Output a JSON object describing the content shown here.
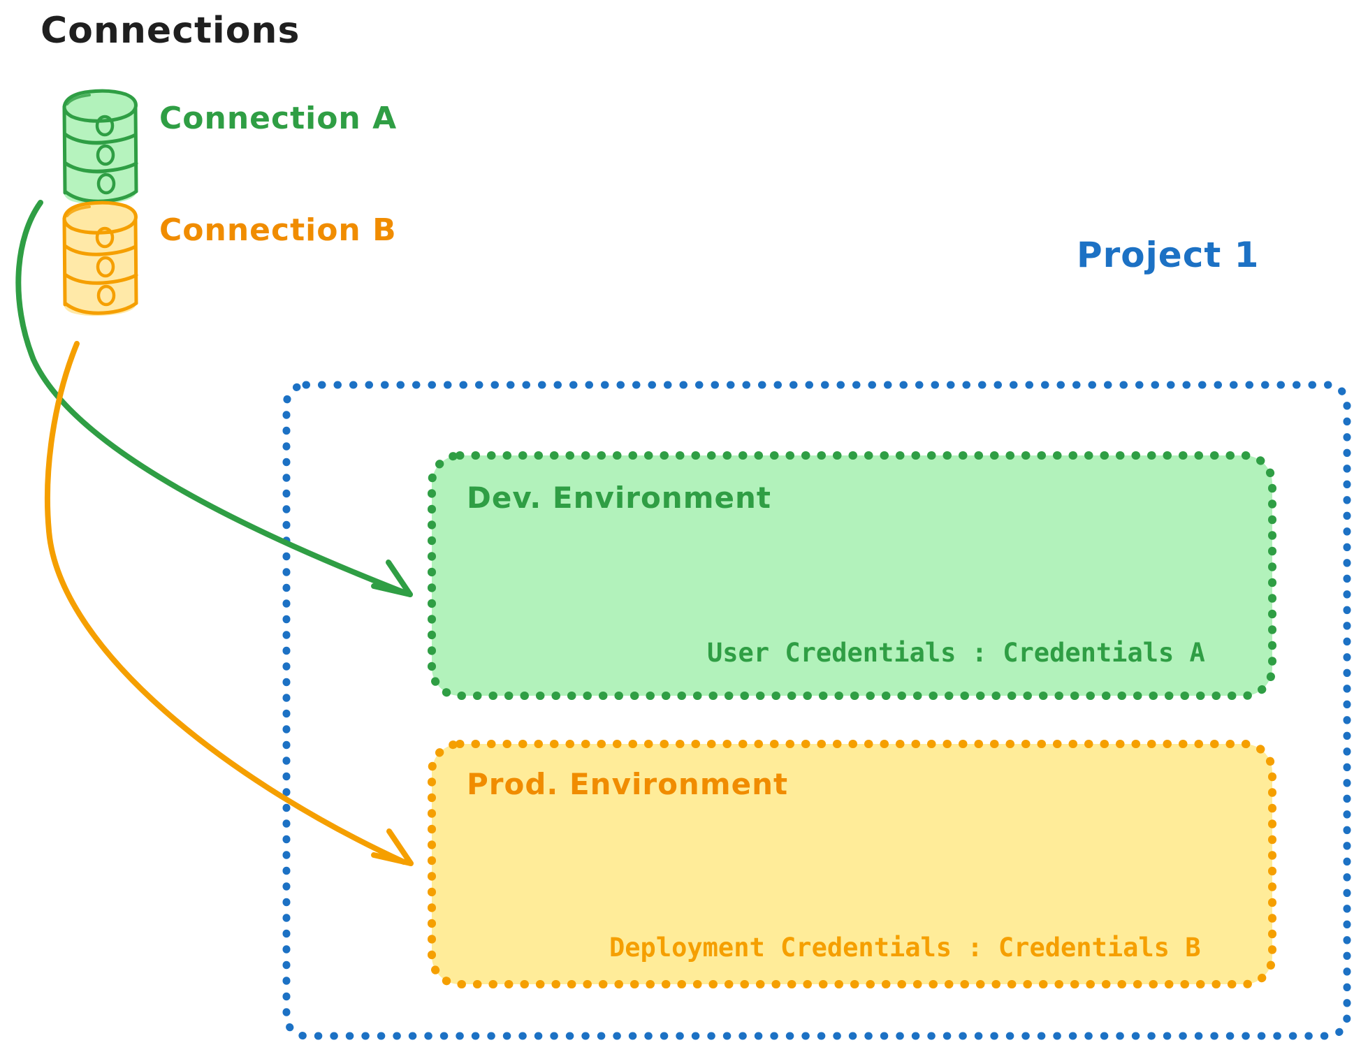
{
  "title": "Connections",
  "connections": [
    {
      "id": "a",
      "label": "Connection A",
      "icon": "database-cylinder-icon",
      "color": "#2f9e44",
      "fill": "#b2f2bb"
    },
    {
      "id": "b",
      "label": "Connection B",
      "icon": "database-cylinder-icon",
      "color": "#f08c00",
      "fill": "#ffe8a3"
    }
  ],
  "project": {
    "label": "Project 1",
    "color": "#1c71c4",
    "environments": [
      {
        "id": "dev",
        "label": "Dev. Environment",
        "credentials_label": "User Credentials : Credentials A",
        "color": "#2f9e44",
        "fill": "#b2f2bb"
      },
      {
        "id": "prod",
        "label": "Prod. Environment",
        "credentials_label": "Deployment Credentials : Credentials B",
        "color": "#f59f00",
        "fill": "#ffec99"
      }
    ]
  },
  "arrows": [
    {
      "id": "a-to-dev",
      "from": "Connection A",
      "to": "Dev. Environment",
      "color": "#2f9e44"
    },
    {
      "id": "b-to-prod",
      "from": "Connection B",
      "to": "Prod. Environment",
      "color": "#f59f00"
    }
  ],
  "colors": {
    "title": "#1f1f1f",
    "green_stroke": "#2f9e44",
    "green_fill": "#b2f2bb",
    "orange_stroke": "#f59f00",
    "orange_fill": "#ffec99",
    "blue_stroke": "#1c71c4",
    "background": "#ffffff"
  }
}
